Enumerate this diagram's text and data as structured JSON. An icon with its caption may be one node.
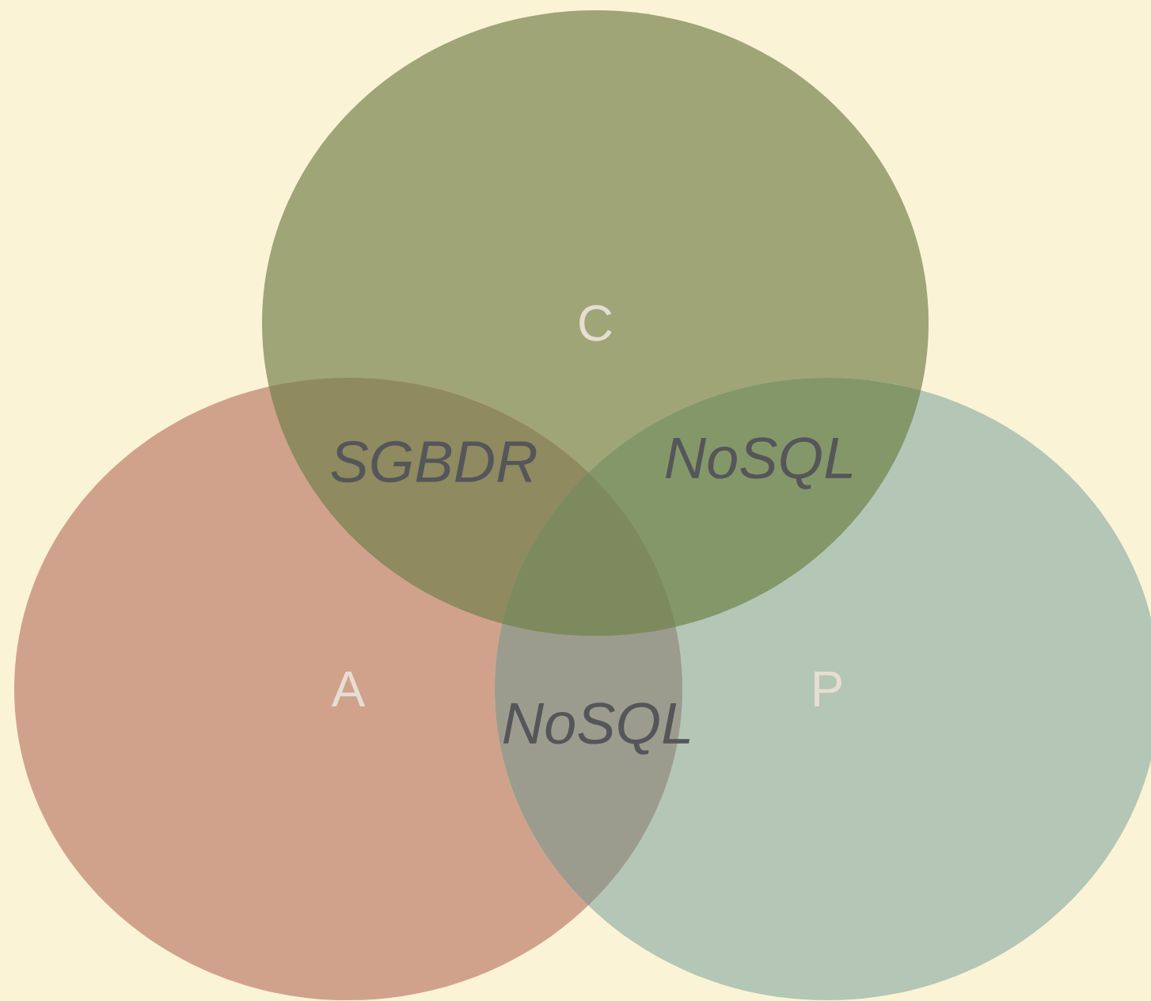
{
  "diagram": {
    "nodes": [
      {
        "text": [
          "C"
        ]
      },
      {
        "text": [
          "A"
        ]
      },
      {
        "text": [
          "P"
        ]
      }
    ],
    "labels": [
      "SGBDR",
      "NoSQL",
      "NoSQL"
    ]
  }
}
